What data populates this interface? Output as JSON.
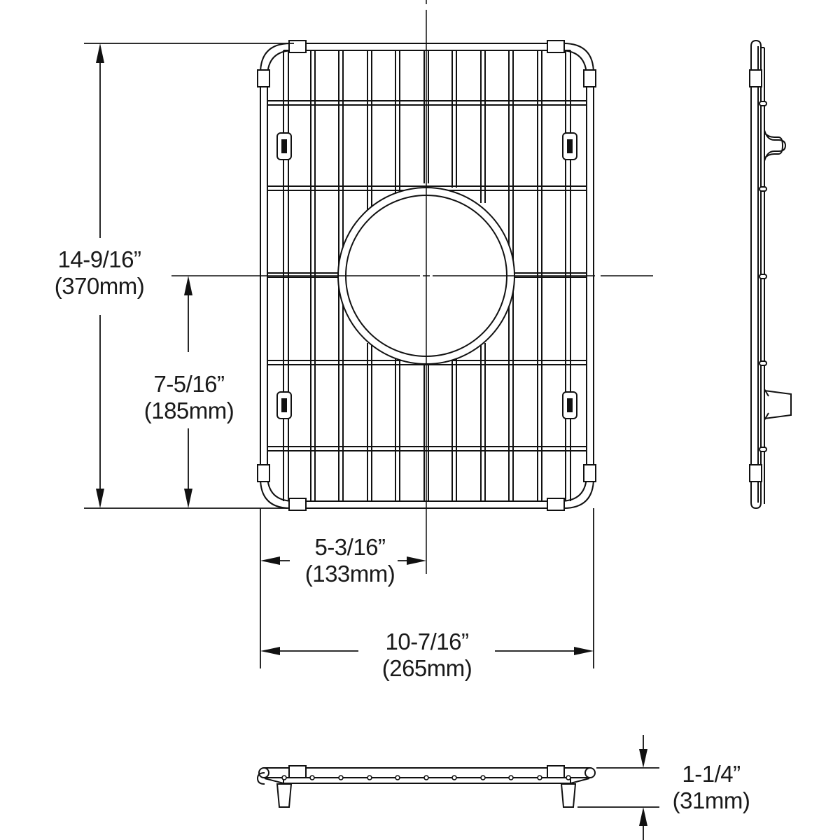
{
  "drawing": {
    "title": "Sink bottom grid - dimensional drawing",
    "stroke_color": "#111111",
    "background": "#ffffff",
    "views": [
      "top-view",
      "side-view-right",
      "front-view-bottom"
    ]
  },
  "dimensions": {
    "overall_length": {
      "imperial": "14-9/16”",
      "metric": "(370mm)"
    },
    "drain_center_from_front": {
      "imperial": "7-5/16”",
      "metric": "(185mm)"
    },
    "drain_center_from_side": {
      "imperial": "5-3/16”",
      "metric": "(133mm)"
    },
    "overall_width": {
      "imperial": "10-7/16”",
      "metric": "(265mm)"
    },
    "height": {
      "imperial": "1-1/4”",
      "metric": "(31mm)"
    }
  }
}
